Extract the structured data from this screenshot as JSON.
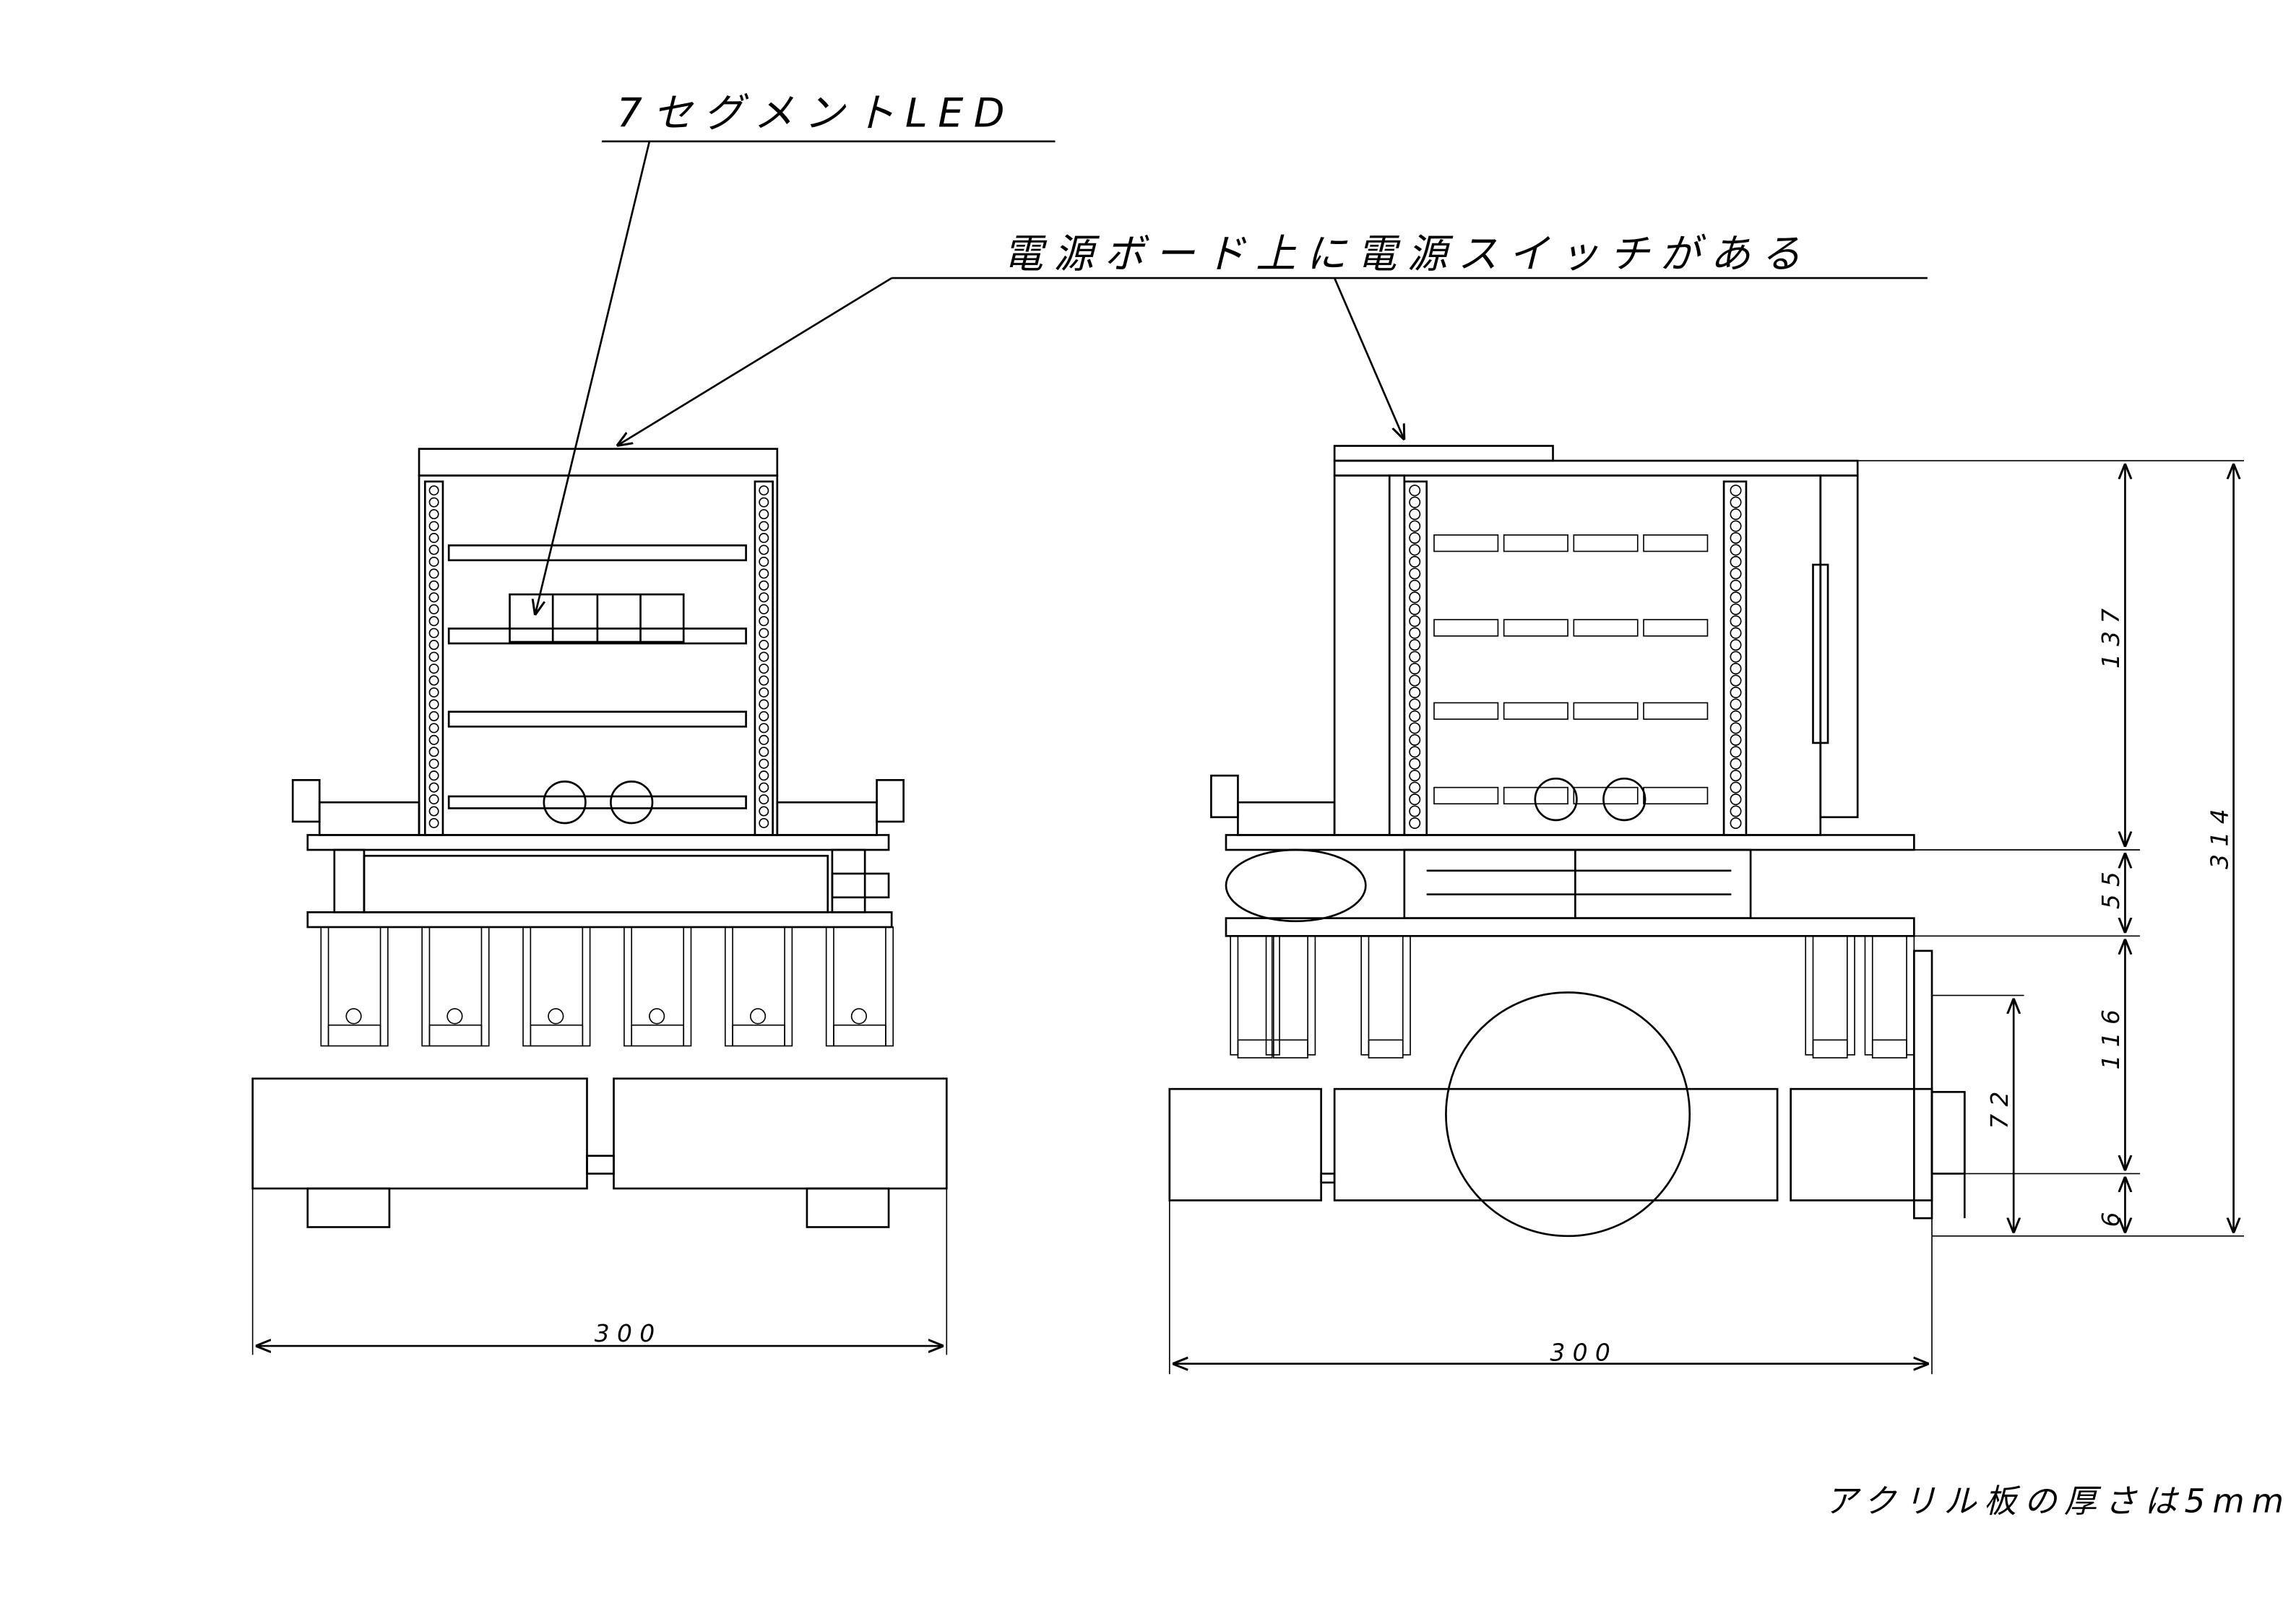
{
  "annotations": {
    "seven_segment_led": "7セグメントLED",
    "power_switch_note": "電源ボード上に電源スイッチがある",
    "acrylic_note": "アクリル板の厚さは5mm"
  },
  "dimensions": {
    "front_width": "300",
    "side_width": "300",
    "upper_height": "137",
    "middle_height": "55",
    "lower_height": "116",
    "ground_clearance": "6",
    "total_height": "314",
    "wheel_height": "72"
  }
}
